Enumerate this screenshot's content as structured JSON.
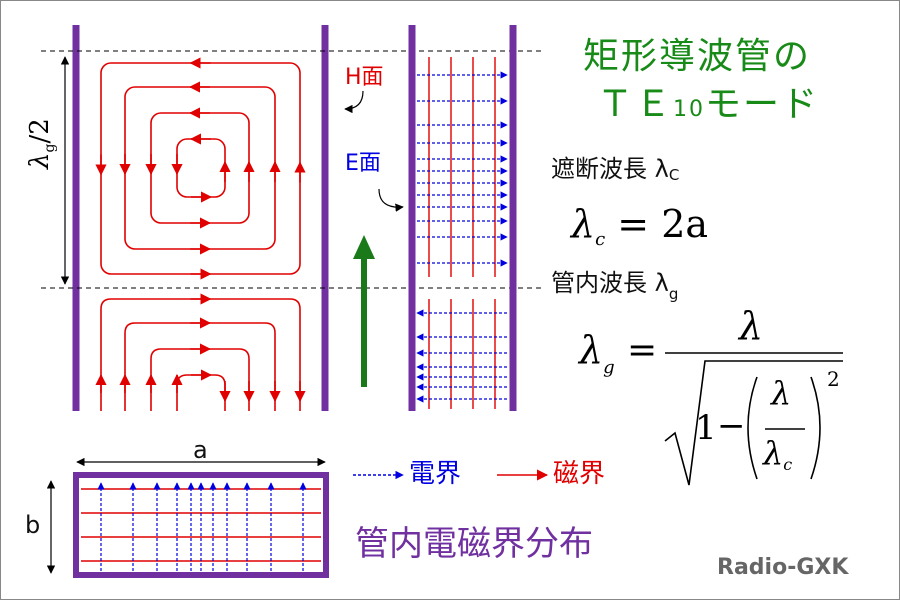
{
  "title": {
    "line1": "矩形導波管の",
    "line2": "ＴＥ",
    "line2_sub": "10",
    "line2_tail": "モード"
  },
  "cutoff": {
    "label": "遮断波長 λ",
    "sub": "C",
    "eq_lhs": "λ",
    "eq_lhs_sub": "c",
    "eq_rhs": "= 2a"
  },
  "guide": {
    "label": "管内波長 λ",
    "sub": "g",
    "eq_lhs": "λ",
    "eq_lhs_sub": "g",
    "eq_eq": "=",
    "num": "λ",
    "den_one": "1",
    "den_minus": "−",
    "frac_num": "λ",
    "frac_den": "λ",
    "frac_den_sub": "c",
    "power": "2"
  },
  "labels": {
    "h_plane": "H面",
    "e_plane": "E面",
    "lambda_g_half": "λ",
    "lambda_g_half_sub": "g",
    "lambda_g_half_tail": "/2",
    "dim_a": "a",
    "dim_b": "b"
  },
  "legend": {
    "e_field": "電界",
    "h_field": "磁界"
  },
  "caption": "管内電磁界分布",
  "brand": "Radio-GXK",
  "colors": {
    "waveguide": "#7030a0",
    "h_field": "#e00000",
    "e_field": "#0000e0",
    "title": "#178a17",
    "arrow": "#1a7a1a"
  }
}
